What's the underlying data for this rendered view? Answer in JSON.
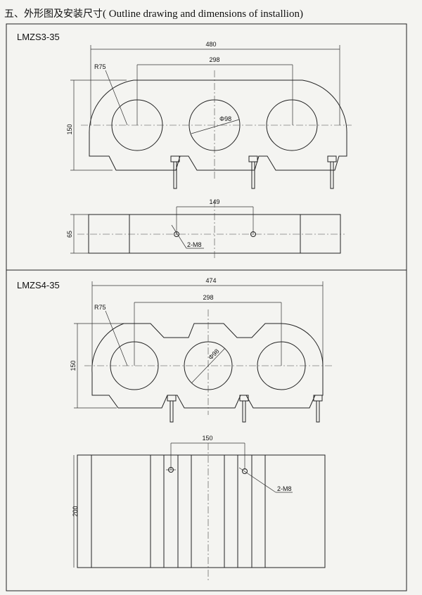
{
  "section_title": "五、外形图及安装尺寸",
  "section_title_en": "( Outline drawing and dimensions of installion)",
  "drawings": [
    {
      "model": "LMZS3-35",
      "top_view": {
        "width": "480",
        "spacing": "298",
        "height": "150",
        "radius": "R75",
        "diameter": "Φ98"
      },
      "side_view": {
        "spacing": "149",
        "height": "65",
        "bolt": "2-M8"
      }
    },
    {
      "model": "LMZS4-35",
      "top_view": {
        "width": "474",
        "spacing": "298",
        "height": "150",
        "radius": "R75",
        "diameter": "Φ98"
      },
      "side_view": {
        "spacing": "150",
        "height": "200",
        "bolt": "2-M8"
      }
    }
  ]
}
